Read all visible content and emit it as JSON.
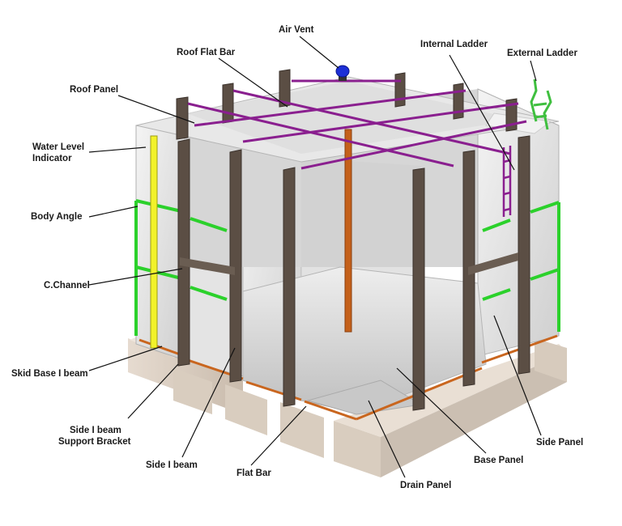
{
  "diagram": {
    "labels": {
      "air_vent": "Air Vent",
      "roof_flat_bar": "Roof Flat Bar",
      "internal_ladder": "Internal Ladder",
      "external_ladder": "External Ladder",
      "roof_panel": "Roof Panel",
      "water_level_indicator_1": "Water Level",
      "water_level_indicator_2": "Indicator",
      "body_angle": "Body Angle",
      "c_channel": "C.Channel",
      "skid_base_i_beam": "Skid Base I beam",
      "side_i_beam_support_bracket_1": "Side I beam",
      "side_i_beam_support_bracket_2": "Support Bracket",
      "side_i_beam": "Side I beam",
      "flat_bar": "Flat Bar",
      "drain_panel": "Drain Panel",
      "base_panel": "Base Panel",
      "side_panel": "Side Panel"
    },
    "colors": {
      "roof_flat_bar": "#8a1f8f",
      "body_angle": "#2bd12b",
      "water_level_indicator": "#f2f22a",
      "air_vent": "#1c2fd6",
      "internal_pipe": "#c4601a",
      "i_beam": "#5b4e44",
      "panel": "#dcdcdc",
      "skid_base": "#d8ccc0",
      "orange_trim": "#c9661f"
    }
  }
}
